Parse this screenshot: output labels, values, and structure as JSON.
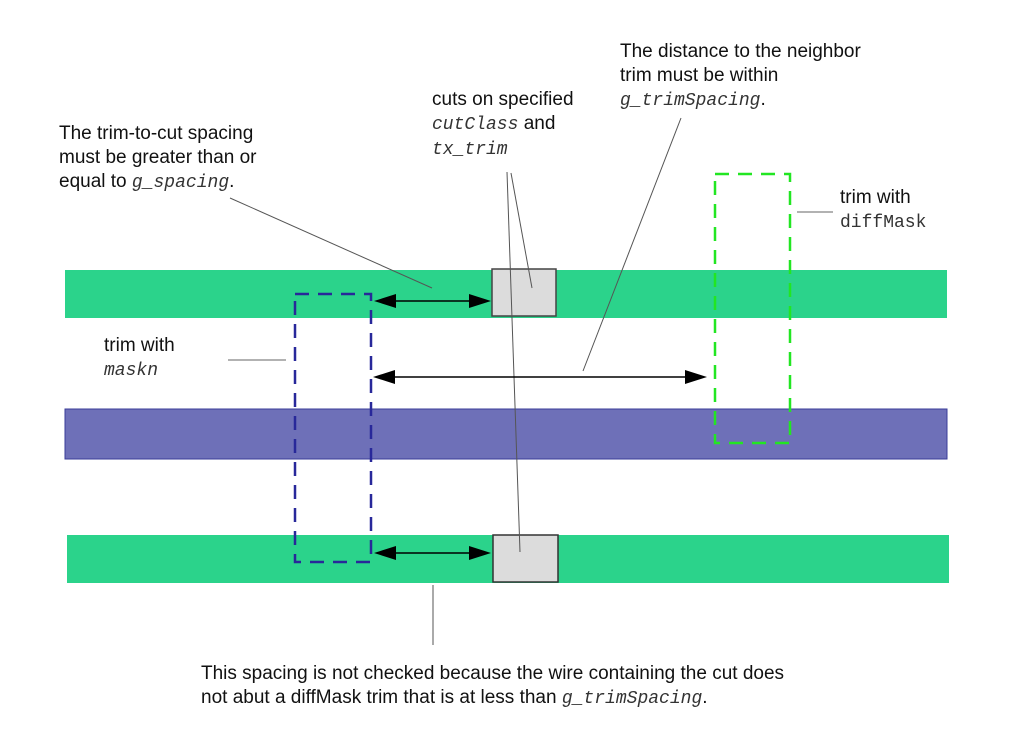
{
  "diagram": {
    "title": "Trim-to-cut spacing rule illustration",
    "colors": {
      "wire_green": "#2bd38b",
      "wire_purple": "#6e70b8",
      "wire_purple_border": "#3a3c98",
      "cut_fill": "#dcdcdc",
      "cut_border": "#444444",
      "trim_maskn_dash": "#28289a",
      "trim_diffmask_dash": "#22e622",
      "leader_line": "#555555",
      "arrow": "#000000"
    },
    "annotations": {
      "trim_to_cut": {
        "line1": "The trim-to-cut spacing",
        "line2": "must be greater than or",
        "line3_prefix": "equal to ",
        "line3_code": "g_spacing",
        "line3_suffix": "."
      },
      "cuts": {
        "line1": "cuts on specified",
        "line2_code": "cutClass",
        "line2_suffix": " and",
        "line3_code": "tx_trim"
      },
      "neighbor_distance": {
        "line1": "The distance to the neighbor",
        "line2": "trim must be within",
        "line3_code": "g_trimSpacing",
        "line3_suffix": "."
      },
      "trim_diffmask": {
        "line1": "trim with",
        "line2_code": "diffMask"
      },
      "trim_maskn": {
        "line1": "trim with",
        "line2_code": "maskn"
      },
      "not_checked": {
        "line1": "This spacing is not checked because the wire containing the cut does",
        "line2_prefix": "not abut a diffMask trim that is at less than ",
        "line2_code": "g_trimSpacing",
        "line2_suffix": "."
      }
    }
  }
}
